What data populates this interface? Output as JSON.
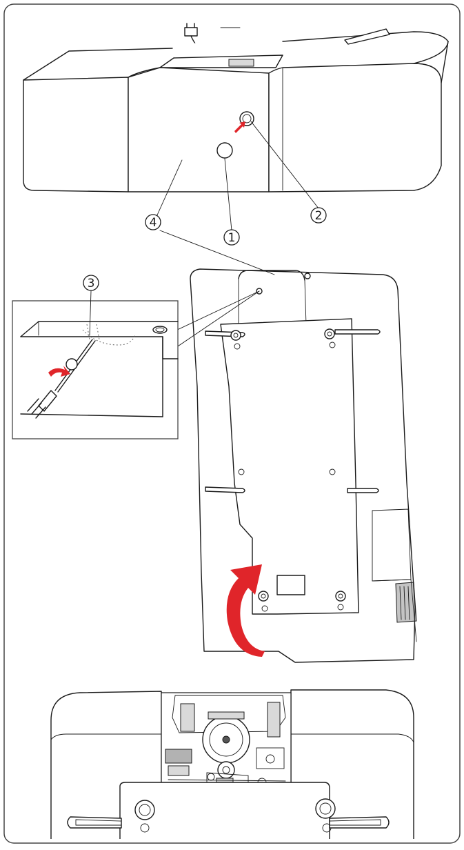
{
  "callouts": [
    {
      "id": "1",
      "label": "1"
    },
    {
      "id": "2",
      "label": "2"
    },
    {
      "id": "3",
      "label": "3"
    },
    {
      "id": "4",
      "label": "4"
    }
  ],
  "colors": {
    "arrow": "#e0252a",
    "line": "#1a1a1a",
    "frame": "#444444",
    "shade": "#d9d9d9",
    "dark_part": "#555555"
  },
  "icons": [
    "red-arrow-icon",
    "curved-rotation-arrow-icon",
    "screwdriver-icon"
  ]
}
